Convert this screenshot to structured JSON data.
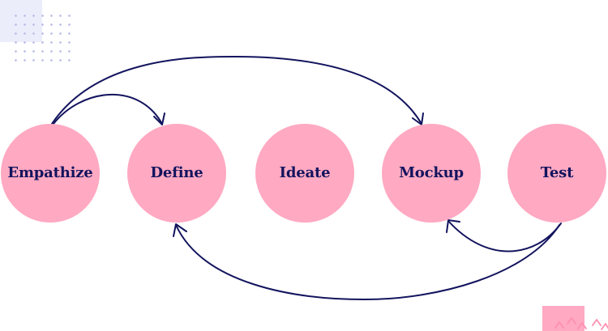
{
  "diagram": {
    "nodes": [
      {
        "id": "empathize",
        "label": "Empathize"
      },
      {
        "id": "define",
        "label": "Define"
      },
      {
        "id": "ideate",
        "label": "Ideate"
      },
      {
        "id": "mockup",
        "label": "Mockup"
      },
      {
        "id": "test",
        "label": "Test"
      }
    ],
    "edges": [
      {
        "from": "empathize",
        "to": "define"
      },
      {
        "from": "empathize",
        "to": "mockup"
      },
      {
        "from": "test",
        "to": "mockup"
      },
      {
        "from": "test",
        "to": "define"
      }
    ]
  },
  "colors": {
    "node_fill": "#ffa9c2",
    "node_text": "#13145e",
    "arrow": "#13145e",
    "decor_lavender": "#ecedfa",
    "decor_dots": "#b9bde6",
    "decor_pink": "#ffa9c2"
  }
}
